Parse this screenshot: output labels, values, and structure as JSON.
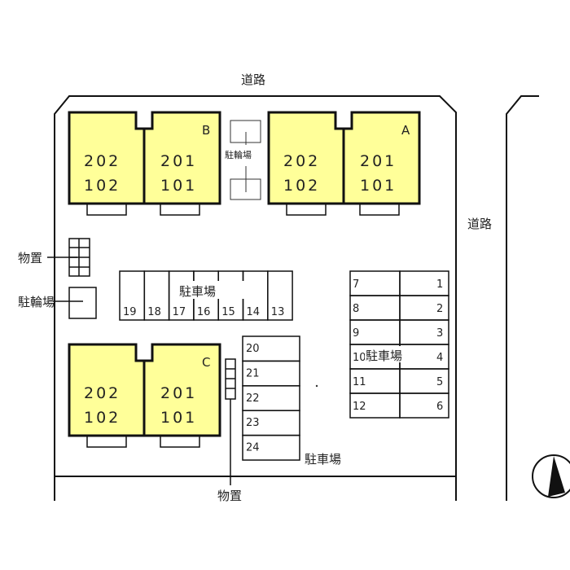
{
  "roads": {
    "top": "道路",
    "right": "道路"
  },
  "buildings": [
    {
      "name": "B",
      "units": [
        {
          "upper": "202",
          "lower": "102"
        },
        {
          "upper": "201",
          "lower": "101"
        }
      ]
    },
    {
      "name": "A",
      "units": [
        {
          "upper": "202",
          "lower": "102"
        },
        {
          "upper": "201",
          "lower": "101"
        }
      ]
    },
    {
      "name": "C",
      "units": [
        {
          "upper": "202",
          "lower": "102"
        },
        {
          "upper": "201",
          "lower": "101"
        }
      ]
    }
  ],
  "bike_parking_top": "駐輪場",
  "bike_parking_left": "駐輪場",
  "storage_left": "物置",
  "storage_bottom": "物置",
  "parking_top": {
    "label": "駐車場",
    "spaces": [
      "19",
      "18",
      "17",
      "16",
      "15",
      "14",
      "13"
    ]
  },
  "parking_middle": {
    "label": "駐車場",
    "spaces": [
      "20",
      "21",
      "22",
      "23",
      "24"
    ]
  },
  "parking_right": {
    "label": "駐車場",
    "left_spaces": [
      "7",
      "8",
      "9",
      "10",
      "11",
      "12"
    ],
    "right_spaces": [
      "1",
      "2",
      "3",
      "4",
      "5",
      "6"
    ]
  },
  "colors": {
    "building_fill": "#ffff99",
    "line": "#111111"
  },
  "compass": "north-arrow"
}
